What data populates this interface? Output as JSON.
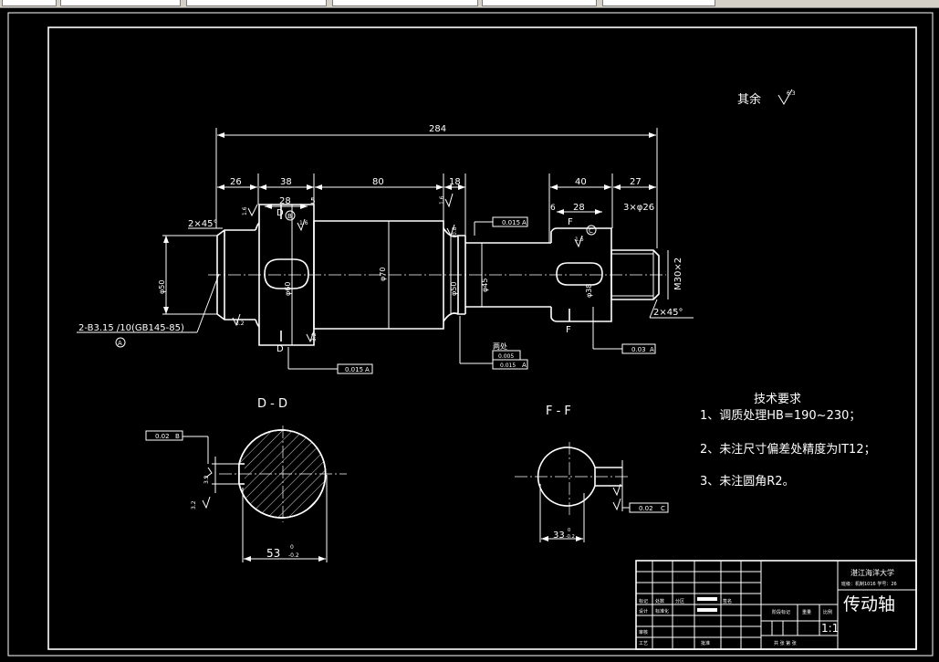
{
  "toolbar": {
    "slots": 6
  },
  "drawing": {
    "roughness_other": "其余",
    "roughness_symbol_value": "6.3",
    "dims": {
      "overall": "284",
      "d26": "26",
      "d38": "38",
      "d80": "80",
      "d18": "18",
      "d40": "40",
      "d27": "27",
      "d28a": "28",
      "d5": "5",
      "d6": "6",
      "d28b": "28",
      "chamfer_left": "2×45°",
      "chamfer_right": "2×45°",
      "thread_relief": "3×φ26",
      "thread": "M30×2",
      "dia_50_left": "φ50",
      "dia_60": "φ60",
      "dia_70": "φ70",
      "dia_50_right": "φ50",
      "dia_45": "φ45",
      "dia_38": "φ38",
      "center_hole": "2-B3.15 /10(GB145-85)",
      "datum_a": "A",
      "datum_b": "B",
      "datum_c": "C",
      "section_d": "D",
      "section_f": "F",
      "both_sides": "两处",
      "tol_0015": "0.015",
      "tol_0005": "0.005",
      "tol_003": "0.03",
      "tol_002": "0.02",
      "ra_16": "1.6",
      "ra_32": "3.2",
      "ra_08": "0.8"
    },
    "section_dd": {
      "title": "D - D",
      "dim": "53",
      "tol_upper": "0",
      "tol_lower": "-0.2"
    },
    "section_ff": {
      "title": "F - F",
      "dim": "33",
      "tol_upper": "0",
      "tol_lower": "-0.2"
    },
    "tech_req": {
      "title": "技术要求",
      "items": [
        "1、调质处理HB=190~230；",
        "2、未注尺寸偏差处精度为IT12；",
        "3、未注圆角R2。"
      ]
    },
    "title_block": {
      "school": "湛江海洋大学",
      "class_info": "班级：机制1016 学号：26",
      "part_name": "传动轴",
      "scale": "1:1",
      "cells": {
        "mark": "标记",
        "count": "处数",
        "zone": "分区",
        "sign": "签名",
        "design": "设计",
        "standard": "标准化",
        "stage": "阶段标记",
        "weight": "重量",
        "scale_lbl": "比例",
        "check": "审核",
        "process": "工艺",
        "approve": "批准",
        "sheets": "共 张 第 张"
      }
    }
  }
}
